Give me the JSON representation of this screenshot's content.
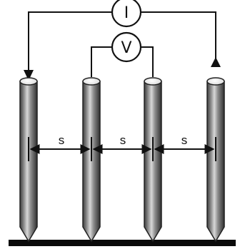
{
  "diagram": {
    "ammeter": {
      "label": "I"
    },
    "voltmeter": {
      "label": "V"
    },
    "spacing": {
      "labels": [
        "s",
        "s",
        "s"
      ]
    },
    "colors": {
      "line": "#111111",
      "probe_dark": "#4a4a4a",
      "probe_light": "#cfcfcf",
      "ground": "#0a0a0a"
    }
  }
}
